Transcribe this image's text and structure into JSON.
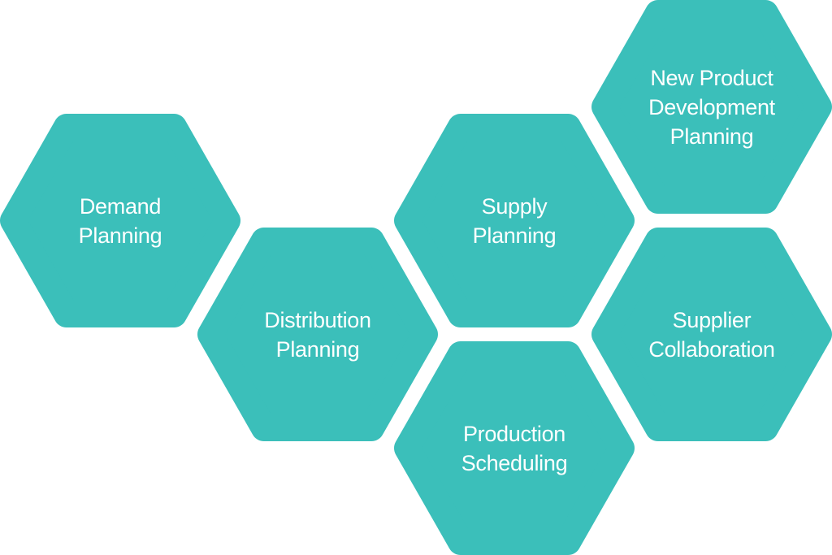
{
  "colors": {
    "hex_fill": "#3BBFBA",
    "text": "#FFFFFF"
  },
  "hexagons": [
    {
      "id": "demand-planning",
      "lines": [
        "Demand",
        "Planning"
      ]
    },
    {
      "id": "distribution-planning",
      "lines": [
        "Distribution",
        "Planning"
      ]
    },
    {
      "id": "supply-planning",
      "lines": [
        "Supply",
        "Planning"
      ]
    },
    {
      "id": "production-scheduling",
      "lines": [
        "Production",
        "Scheduling"
      ]
    },
    {
      "id": "new-product-development-planning",
      "lines": [
        "New Product",
        "Development",
        "Planning"
      ]
    },
    {
      "id": "supplier-collaboration",
      "lines": [
        "Supplier",
        "Collaboration"
      ]
    }
  ]
}
